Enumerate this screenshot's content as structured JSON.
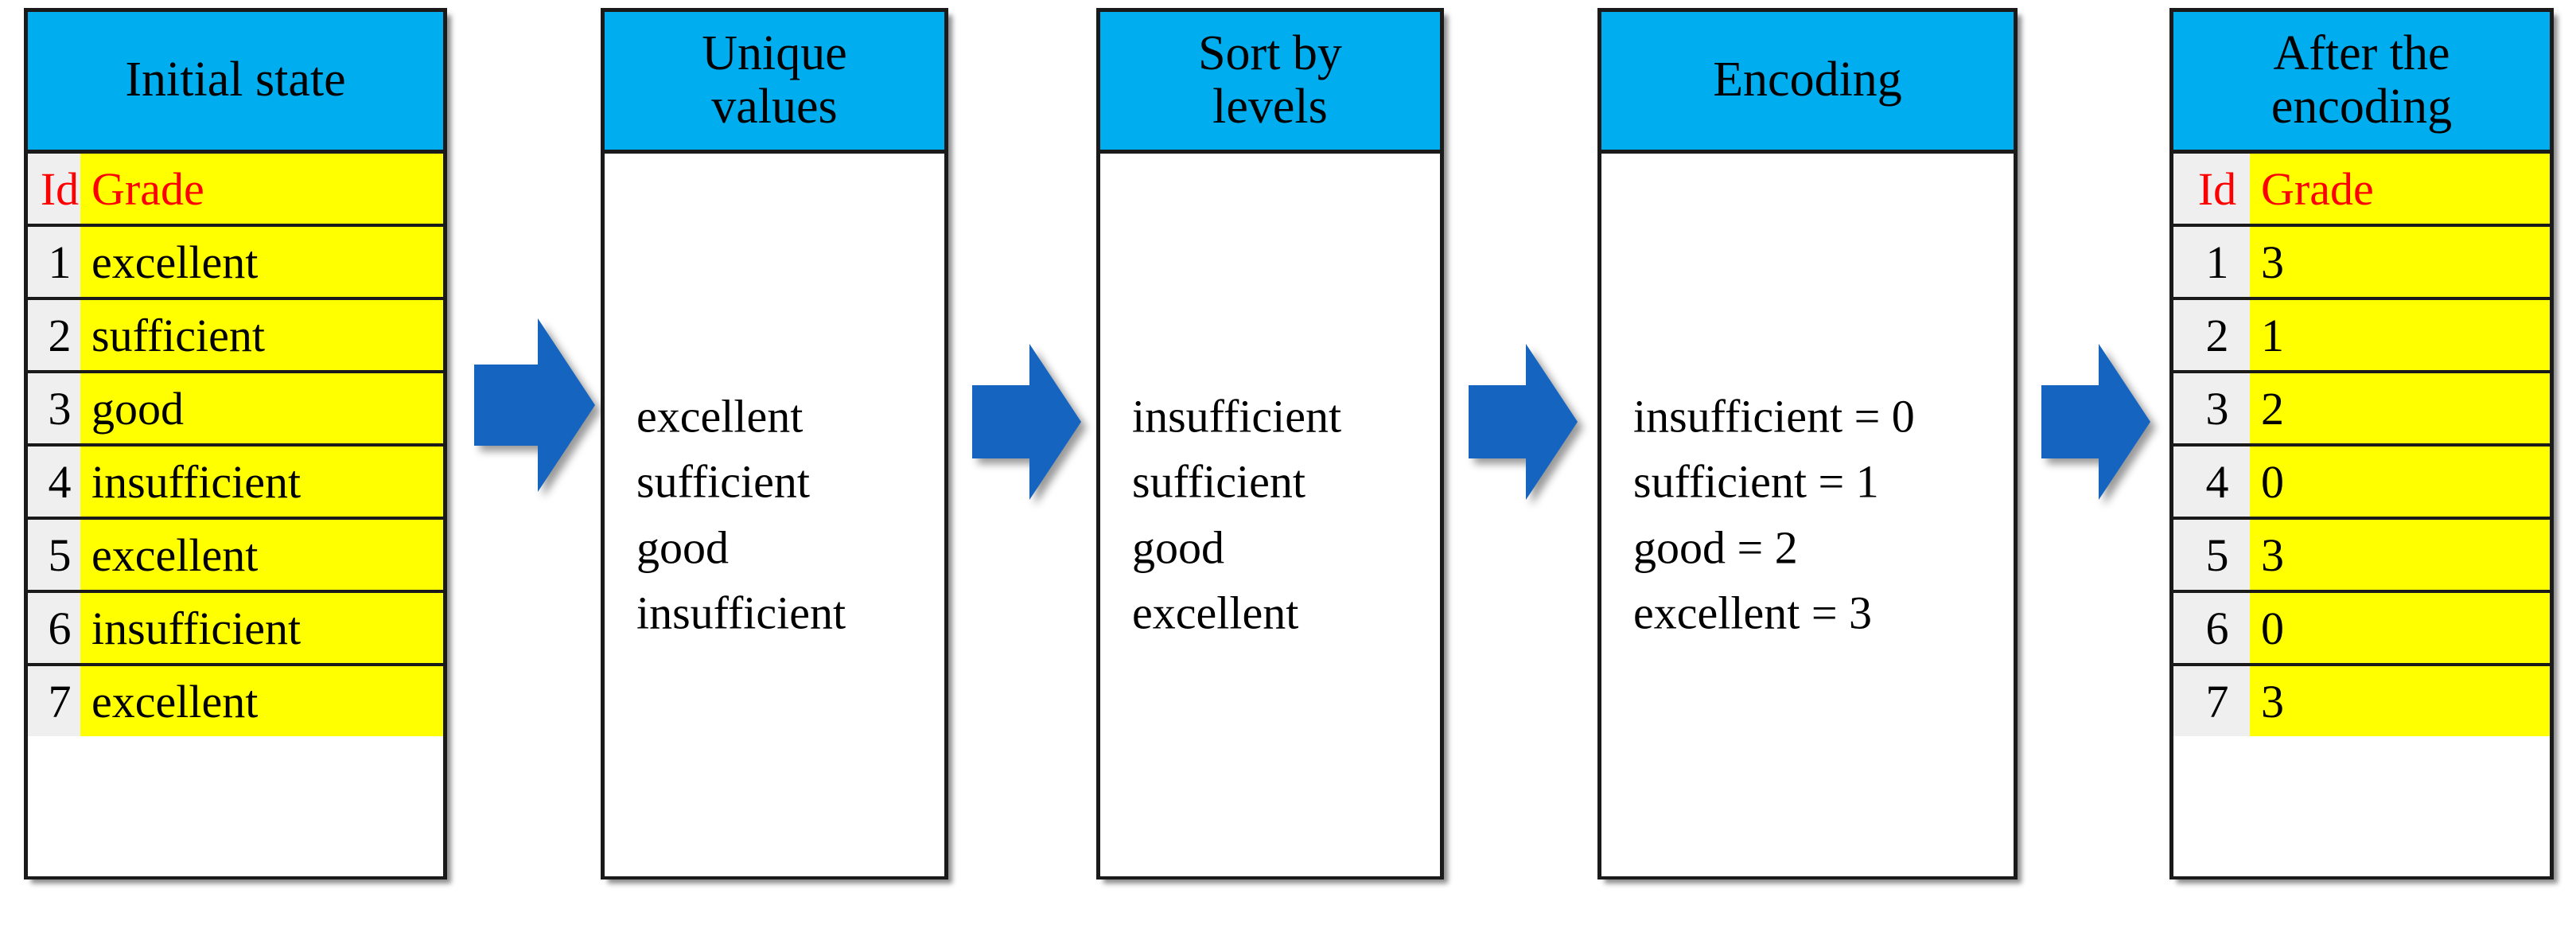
{
  "colors": {
    "header_bg": "#00AEEF",
    "value_cell_bg": "#FFFF00",
    "id_cell_bg": "#EFEFEF",
    "header_text": "#FF0000",
    "arrow_fill": "#1565C0",
    "border": "#1A1A1A"
  },
  "steps": [
    {
      "title": "Initial state",
      "kind": "table",
      "columns": [
        "Id",
        "Grade"
      ],
      "rows": [
        [
          "1",
          "excellent"
        ],
        [
          "2",
          "sufficient"
        ],
        [
          "3",
          "good"
        ],
        [
          "4",
          "insufficient"
        ],
        [
          "5",
          "excellent"
        ],
        [
          "6",
          "insufficient"
        ],
        [
          "7",
          "excellent"
        ]
      ]
    },
    {
      "title": "Unique\nvalues",
      "kind": "list",
      "lines": [
        "excellent",
        "sufficient",
        "good",
        "insufficient"
      ]
    },
    {
      "title": "Sort by\nlevels",
      "kind": "list",
      "lines": [
        "insufficient",
        "sufficient",
        "good",
        "excellent"
      ]
    },
    {
      "title": "Encoding",
      "kind": "list",
      "lines": [
        "insufficient = 0",
        "sufficient = 1",
        "good = 2",
        "excellent = 3"
      ]
    },
    {
      "title": "After the\nencoding",
      "kind": "table",
      "columns": [
        "Id",
        "Grade"
      ],
      "rows": [
        [
          "1",
          "3"
        ],
        [
          "2",
          "1"
        ],
        [
          "3",
          "2"
        ],
        [
          "4",
          "0"
        ],
        [
          "5",
          "3"
        ],
        [
          "6",
          "0"
        ],
        [
          "7",
          "3"
        ]
      ]
    }
  ],
  "arrows": [
    {
      "name": "arrow-initial-to-unique"
    },
    {
      "name": "arrow-unique-to-sort"
    },
    {
      "name": "arrow-sort-to-encoding"
    },
    {
      "name": "arrow-encoding-to-after"
    }
  ]
}
